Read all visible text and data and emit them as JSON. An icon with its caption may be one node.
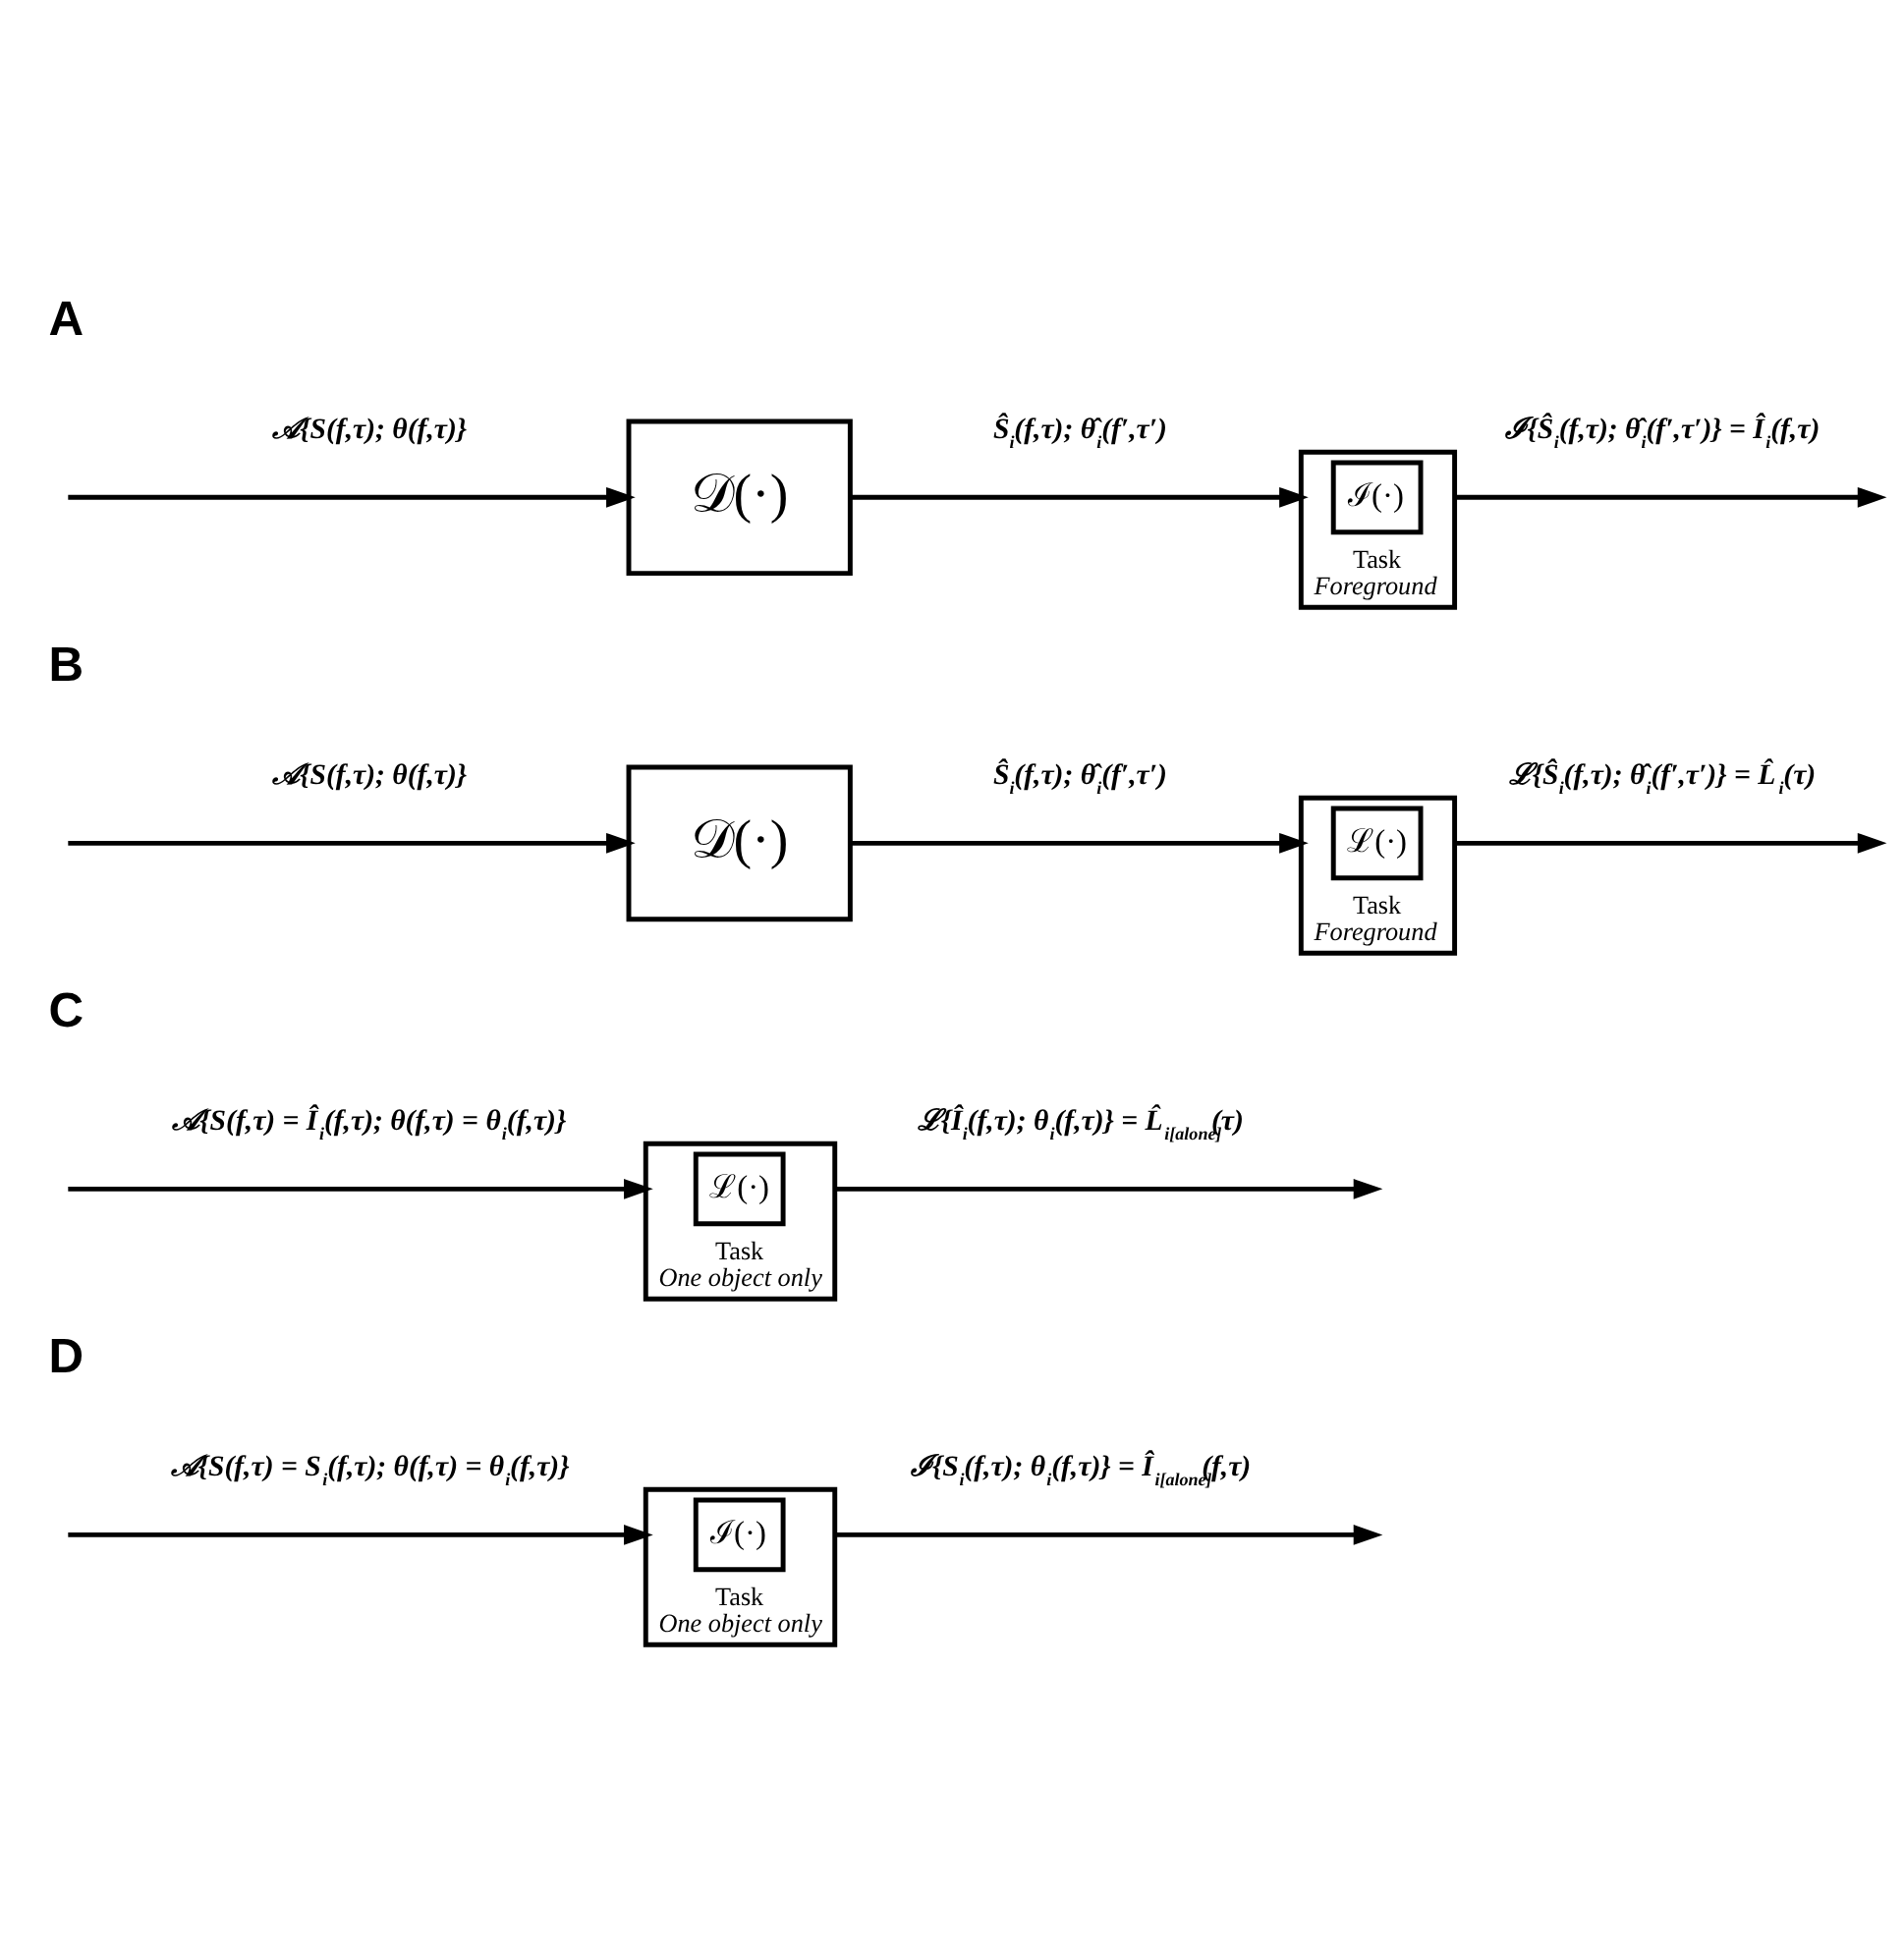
{
  "diagram": {
    "nodes": [
      {
        "text": [
          "𝒟(·)"
        ]
      },
      {
        "text": [
          "Task"
        ],
        "beside": [
          "Foreground"
        ]
      },
      {
        "text": [
          "ℐ(·)"
        ],
        "in": 1
      },
      {
        "text": [
          "𝒟(·)"
        ]
      },
      {
        "text": [
          "Task"
        ],
        "beside": [
          "Foreground"
        ]
      },
      {
        "text": [
          "ℒ(·)"
        ],
        "in": 4
      },
      {
        "text": [
          "Task"
        ],
        "beside": [
          "One object only"
        ]
      },
      {
        "text": [
          "ℒ(·)"
        ],
        "in": 6
      },
      {
        "text": [
          "Task"
        ],
        "beside": [
          "One object only"
        ]
      },
      {
        "text": [
          "ℐ(·)"
        ],
        "in": 8
      }
    ],
    "edges": [
      {
        "from": null,
        "to": 0,
        "arrow": "to",
        "label": "𝒜{S(f,τ); θ(f,τ)}"
      },
      {
        "from": 0,
        "to": 1,
        "arrow": "to",
        "label": "Ŝ$_{i}$(f,τ); θ̂$_{i}$(f′,τ′)"
      },
      {
        "from": 1,
        "to": null,
        "arrow": "to",
        "label": "ℐ{Ŝ$_{i}$(f,τ); θ̂$_{i}$(f′,τ′)} = Î$_{i}$(f,τ)"
      },
      {
        "from": null,
        "to": 3,
        "arrow": "to",
        "label": "𝒜{S(f,τ); θ(f,τ)}"
      },
      {
        "from": 3,
        "to": 4,
        "arrow": "to",
        "label": "Ŝ$_{i}$(f,τ); θ̂$_{i}$(f′,τ′)"
      },
      {
        "from": 4,
        "to": null,
        "arrow": "to",
        "label": "ℒ{Ŝ$_{i}$(f,τ); θ̂$_{i}$(f′,τ′)} = L̂$_{i}$(τ)"
      },
      {
        "from": null,
        "to": 6,
        "arrow": "to",
        "label": "𝒜{S(f,τ) = Î$_{i}$(f,τ); θ(f,τ) = θ$_{i}$(f,τ)}"
      },
      {
        "from": 6,
        "to": null,
        "arrow": "to",
        "label": "ℒ{Î$_{i}$(f,τ); θ$_{i}$(f,τ)} = L̂$_{i[alone]}$(τ)"
      },
      {
        "from": null,
        "to": 8,
        "arrow": "to",
        "label": "𝒜{S(f,τ) = S$_{i}$(f,τ); θ(f,τ) = θ$_{i}$(f,τ)}"
      },
      {
        "from": 8,
        "to": null,
        "arrow": "to",
        "label": "ℐ{S$_{i}$(f,τ); θ$_{i}$(f,τ)} = Î$_{i[alone]}$(f,τ)"
      }
    ],
    "labels": [
      "A",
      "B",
      "C",
      "D"
    ]
  }
}
